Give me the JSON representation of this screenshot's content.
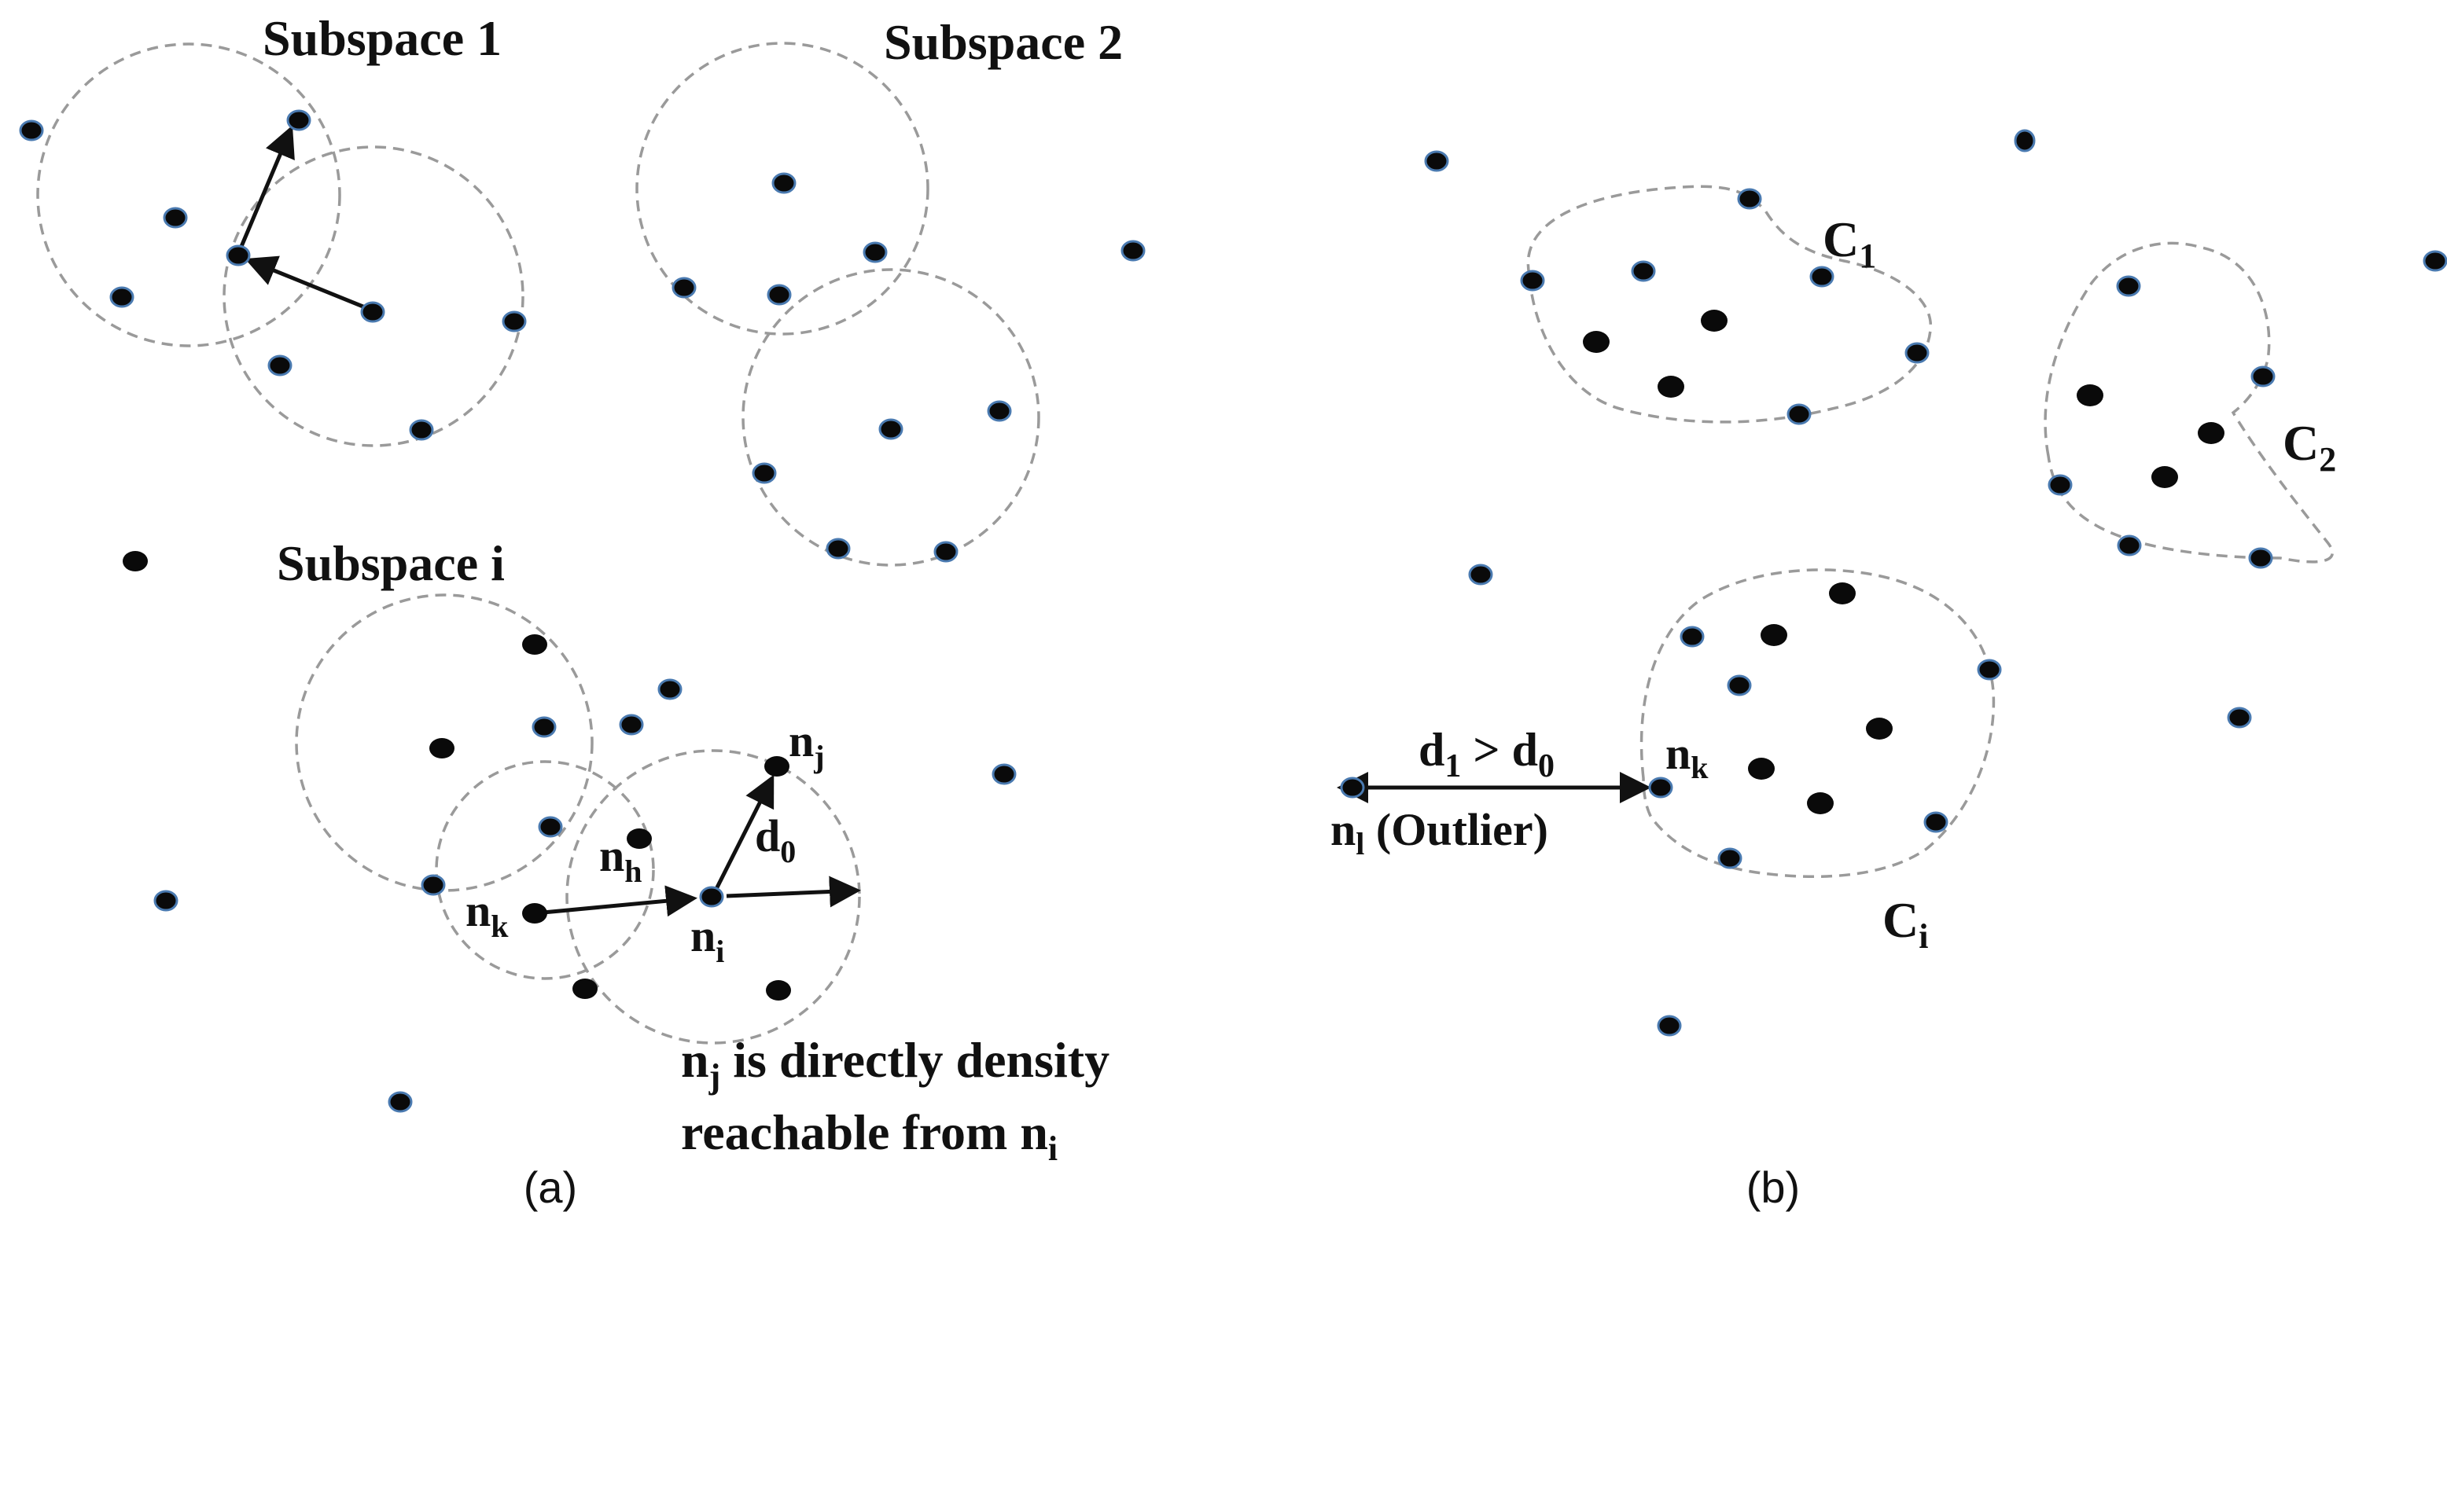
{
  "panels": {
    "a": {
      "caption": "(a)",
      "subspace_1": "Subspace 1",
      "subspace_2": "Subspace 2",
      "subspace_i": "Subspace i",
      "node_j": {
        "base": "n",
        "sub": "j"
      },
      "node_h": {
        "base": "n",
        "sub": "h"
      },
      "node_k": {
        "base": "n",
        "sub": "k"
      },
      "node_i": {
        "base": "n",
        "sub": "i"
      },
      "radius": {
        "base": "d",
        "sub": "0"
      },
      "statement_line1": {
        "base": "n",
        "sub": "j",
        "rest": " is directly density"
      },
      "statement_line2": {
        "text": "reachable from n",
        "sub": "i"
      }
    },
    "b": {
      "caption": "(b)",
      "cluster_1": {
        "base": "C",
        "sub": "1"
      },
      "cluster_2": {
        "base": "C",
        "sub": "2"
      },
      "cluster_i": {
        "base": "C",
        "sub": "i"
      },
      "distance": {
        "d1": "d",
        "d1_sub": "1",
        "op": " > ",
        "d0": "d",
        "d0_sub": "0"
      },
      "node_k": {
        "base": "n",
        "sub": "k"
      },
      "outlier": {
        "base": "n",
        "sub": "l",
        "rest": " (Outlier)"
      }
    }
  },
  "colors": {
    "core_point": "#0a0a0a",
    "border_point_outline": "#4a7ab0",
    "circle": "#9a9a9a",
    "arrow": "#111111"
  }
}
